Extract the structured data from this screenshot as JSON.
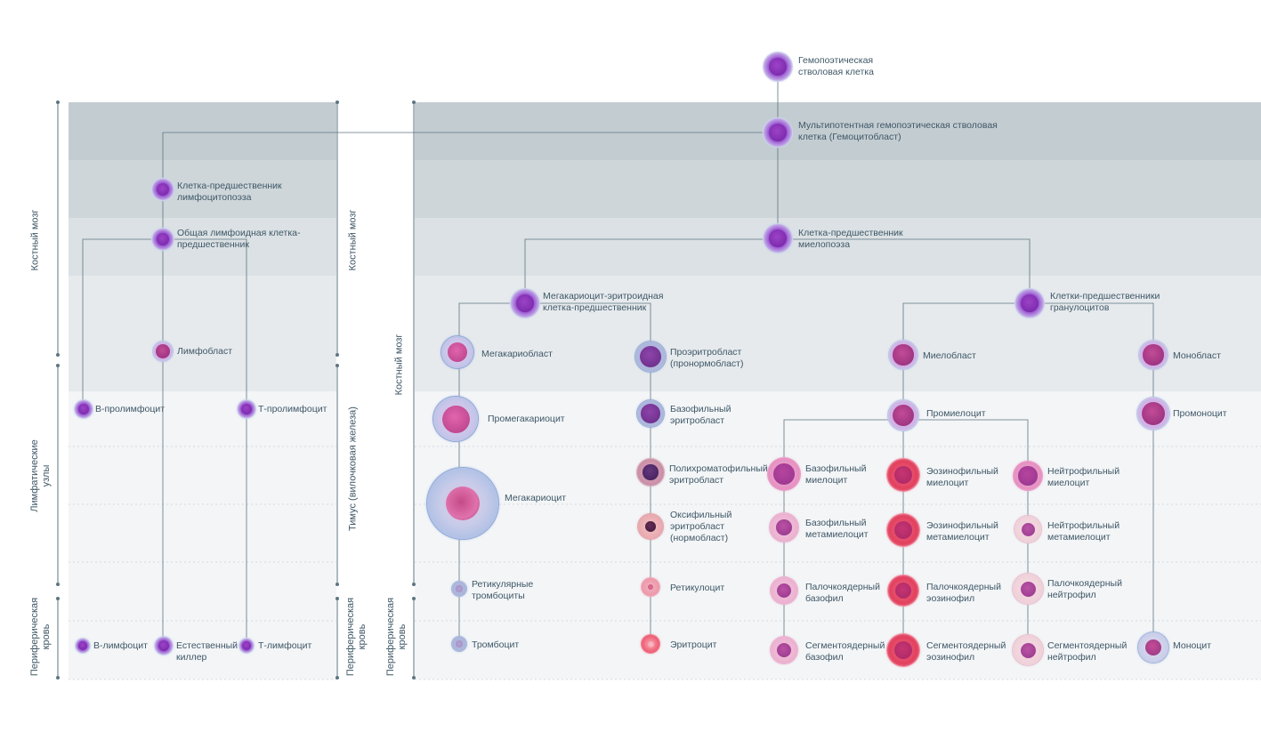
{
  "zones": {
    "left_axis": [
      "Костный мозг",
      "Лимфатические\nузлы",
      "Периферическая\nкровь"
    ],
    "mid_axis": [
      "Костный мозг",
      "Тимус (вилочковая железа)",
      "Периферическая\nкровь"
    ],
    "right_axis": [
      "Костный мозг",
      "Периферическая\nкровь"
    ]
  },
  "cells": {
    "hsc": "Гемопоэтическая\nстволовая клетка",
    "mpp": "Мультипотентная гемопоэтическая стволовая\nклетка (Гемоцитобласт)",
    "lymph_prog": "Клетка-предшественник\nлимфоцитопоэза",
    "clp": "Общая лимфоидная клетка-\nпредшественник",
    "lymphoblast": "Лимфобласт",
    "b_prolymph": "B-пролимфоцит",
    "t_prolymph": "Т-пролимфоцит",
    "b_lymph": "B-лимфоцит",
    "nk": "Естественный\nкиллер",
    "t_lymph": "Т-лимфоцит",
    "myelo_prog": "Клетка-предшественник\nмиелопоэза",
    "mep": "Мегакариоцит-эритроидная\nклетка-предшественник",
    "gran_prog": "Клетки-предшественники\nгранулоцитов",
    "megakaryoblast": "Мегакариобласт",
    "proerythroblast": "Проэритробласт\n(пронормобласт)",
    "myeloblast": "Миелобласт",
    "monoblast": "Монобласт",
    "promegakaryocyte": "Промегакариоцит",
    "baso_erythroblast": "Базофильный\nэритробласт",
    "promyelocyte": "Промиелоцит",
    "promonocyte": "Промоноцит",
    "megakaryocyte": "Мегакариоцит",
    "poly_erythroblast": "Полихроматофильный\nэритробласт",
    "baso_myelocyte": "Базофильный\nмиелоцит",
    "eos_myelocyte": "Эозинофильный\nмиелоцит",
    "neut_myelocyte": "Нейтрофильный\nмиелоцит",
    "oxy_erythroblast": "Оксифильный\nэритробласт\n(нормобласт)",
    "baso_meta": "Базофильный\nметамиелоцит",
    "eos_meta": "Эозинофильный\nметамиелоцит",
    "neut_meta": "Нейтрофильный\nметамиелоцит",
    "retic_platelets": "Ретикулярные\nтромбоциты",
    "reticulocyte": "Ретикулоцит",
    "band_baso": "Палочкоядерный\nбазофил",
    "band_eos": "Палочкоядерный\nэозинофил",
    "band_neut": "Палочкоядерный\nнейтрофил",
    "platelet": "Тромбоцит",
    "erythrocyte": "Эритроцит",
    "seg_baso": "Сегментоядерный\nбазофил",
    "seg_eos": "Сегментоядерный\nэозинофил",
    "seg_neut": "Сегментоядерный\nнейтрофил",
    "monocyte": "Моноцит"
  },
  "colors": {
    "band_dark": "#c3ccd1",
    "band_mid": "#ced6da",
    "band_light": "#e6eaed",
    "band_lighter": "#f2f4f6",
    "line": "#5e7581",
    "text": "#3e5766",
    "cell_purple": "#8a2fb3",
    "cell_pink": "#e04f8a",
    "cell_blue": "#9fb3d8",
    "cell_red": "#e23c57"
  }
}
